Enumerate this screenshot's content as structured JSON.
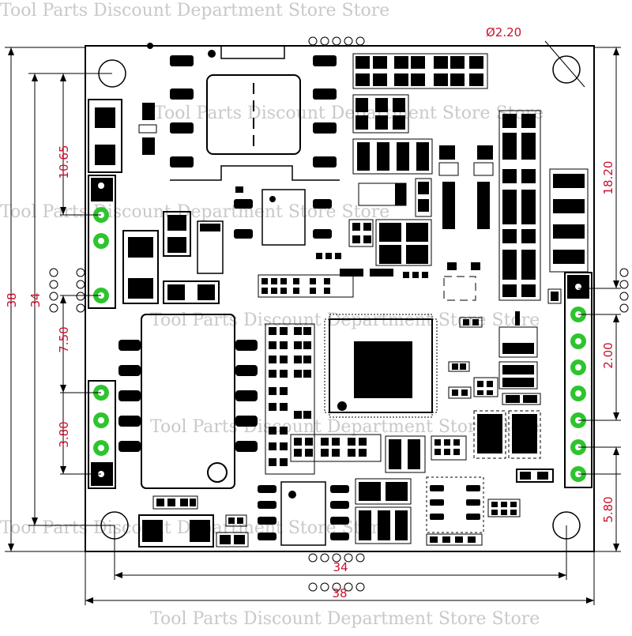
{
  "watermark": "Tool Parts Discount Department Store Store",
  "dimensions": {
    "board_height": "38",
    "hole_pitch_vertical": "34",
    "top_hole_to_header": "10.65",
    "left_header_gap": "7.50",
    "left_header_pitch": "3.80",
    "hole_diameter": "Ø2.20",
    "right_top_offset": "18.20",
    "right_header_pitch": "2.00",
    "right_bottom_offset": "5.80",
    "hole_pitch_horizontal": "34",
    "board_width": "38"
  },
  "colors": {
    "dimension": "#c8102e",
    "board_outline": "#000000",
    "pad": "#000000",
    "via_pad": "#2ec42e",
    "background": "#ffffff"
  }
}
